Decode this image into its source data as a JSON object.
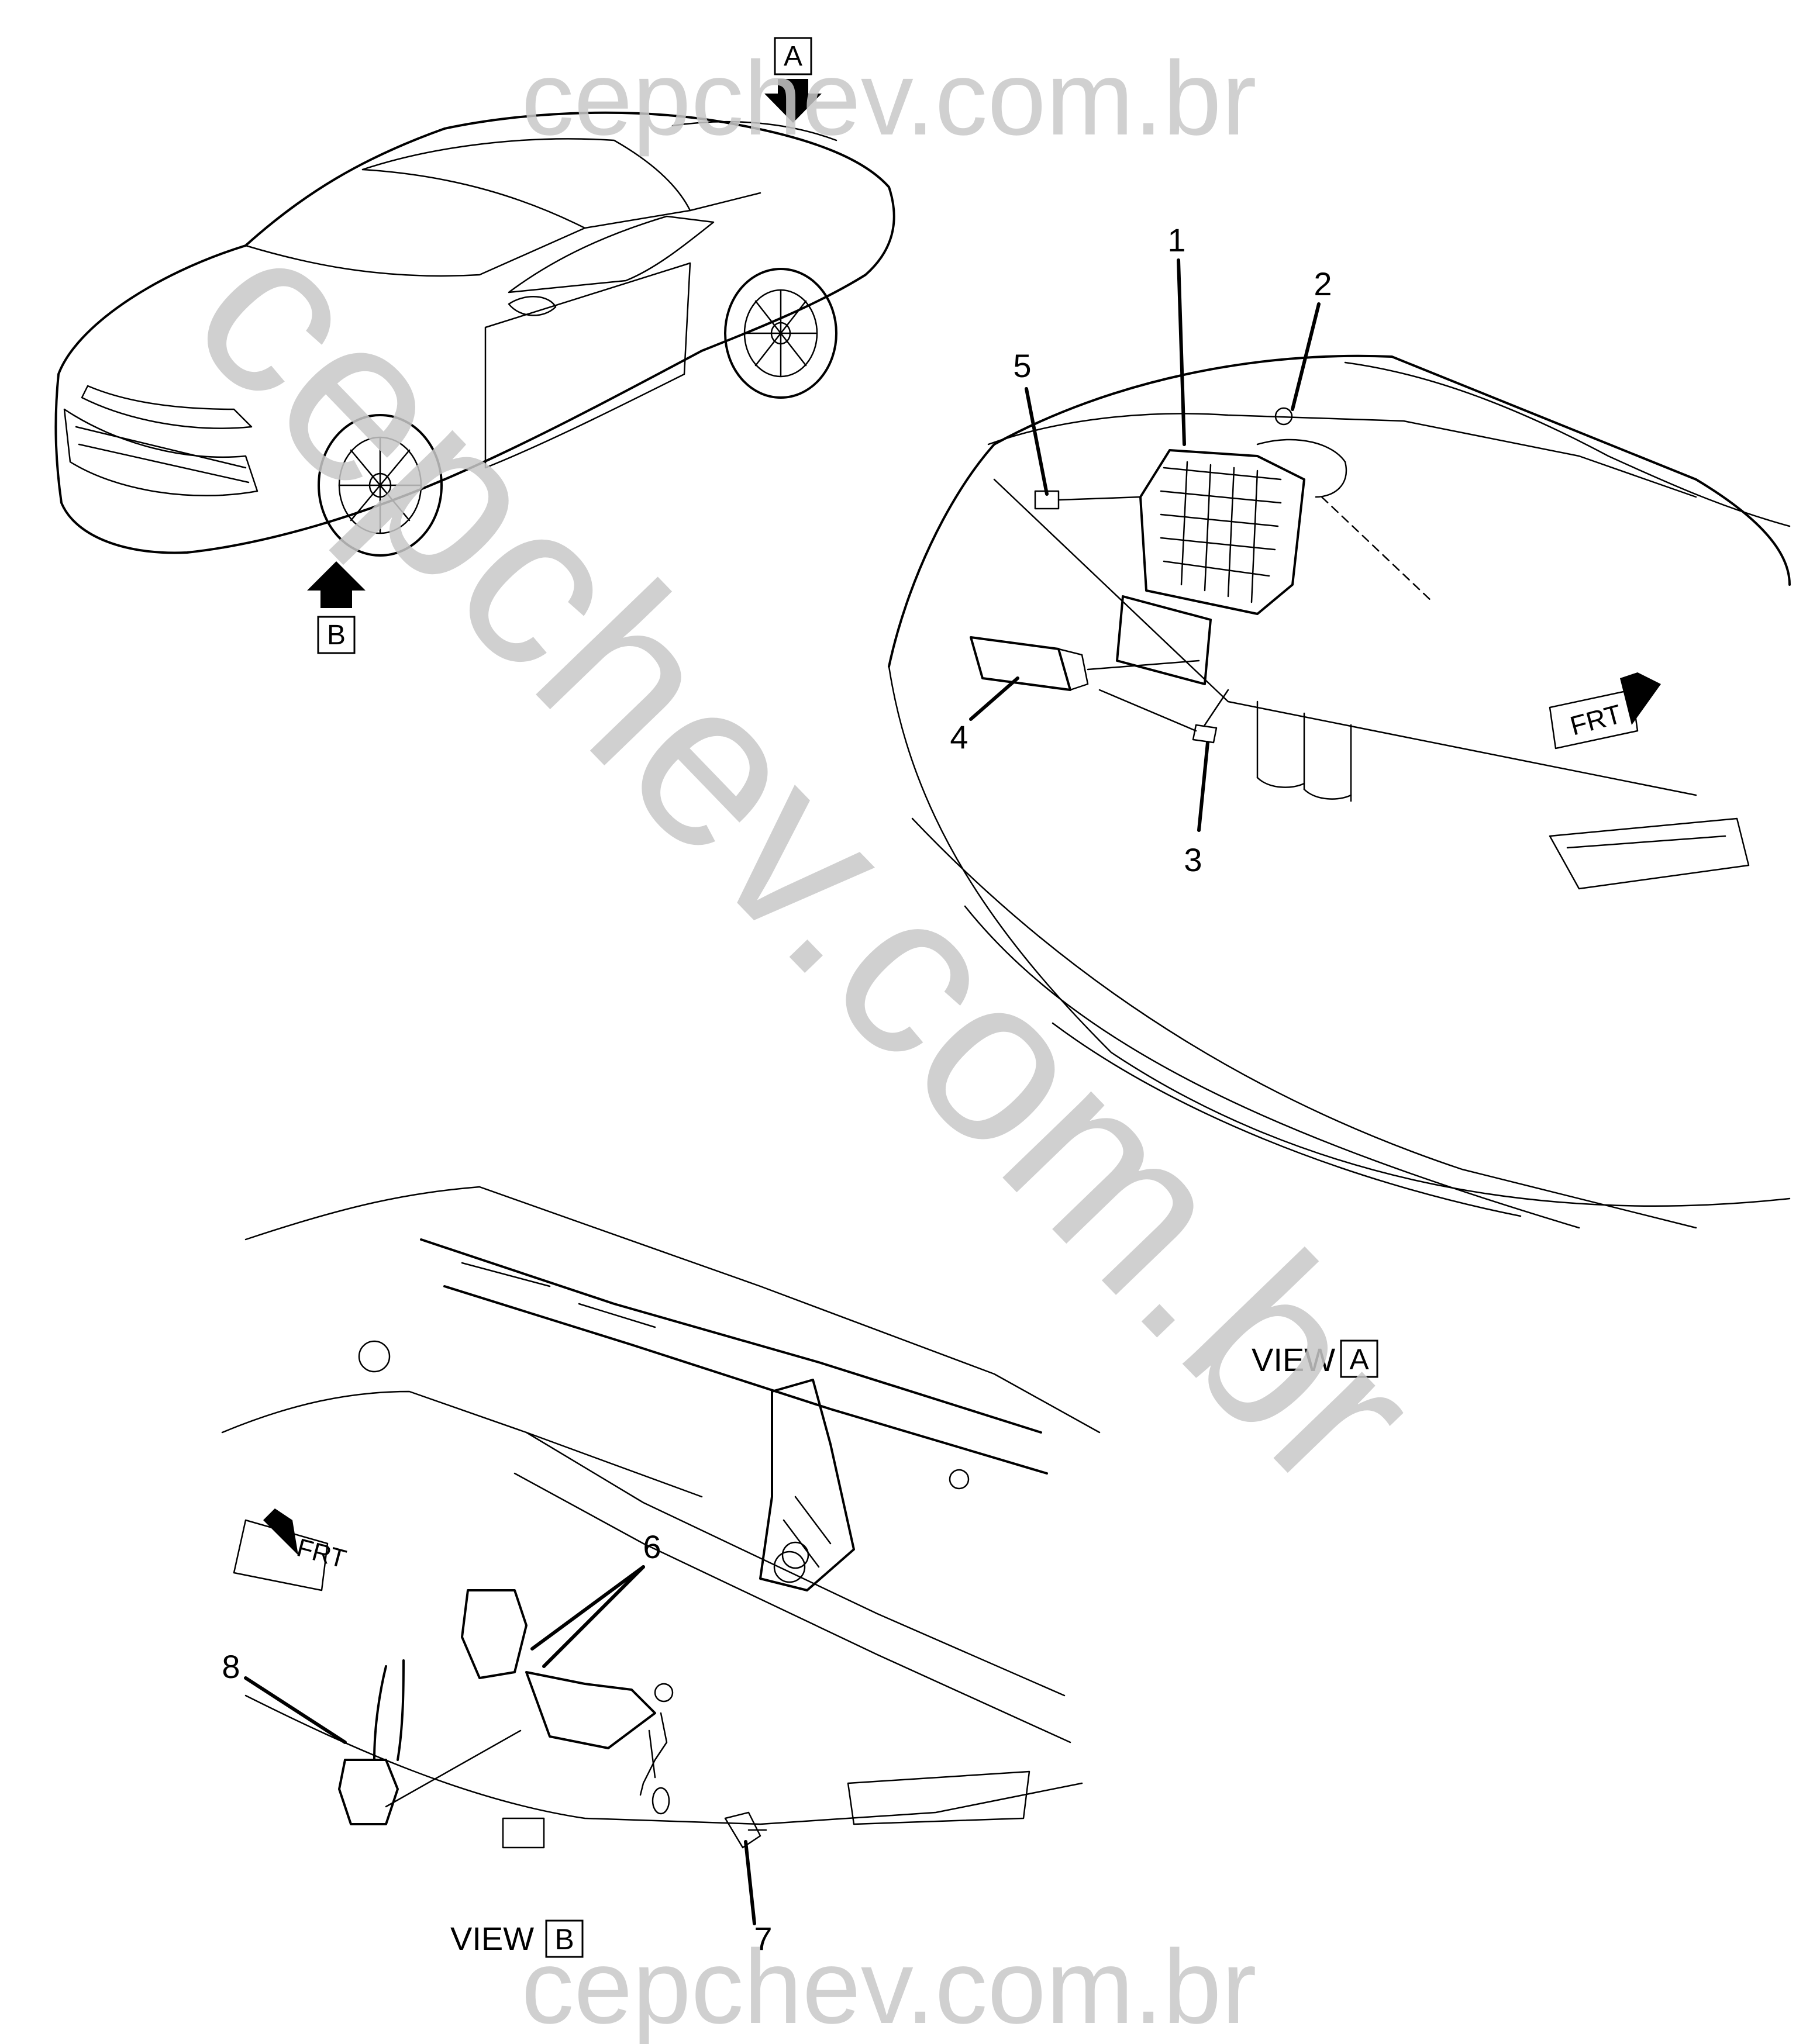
{
  "watermark": {
    "top": "cepchev.com.br",
    "diagonal": "cepchev.com.br",
    "bottom": "cepchev.com.br"
  },
  "view_markers": {
    "a": "A",
    "b": "B"
  },
  "view_labels": {
    "view_a_text": "VIEW",
    "view_a_letter": "A",
    "view_b_text": "VIEW",
    "view_b_letter": "B"
  },
  "front_indicators": {
    "view_a": "FRT",
    "view_b": "FRT"
  },
  "callouts": [
    "1",
    "2",
    "3",
    "4",
    "5",
    "6",
    "7",
    "8"
  ],
  "colors": {
    "line": "#000000",
    "watermark": "#c8c8c8",
    "background": "#ffffff"
  }
}
